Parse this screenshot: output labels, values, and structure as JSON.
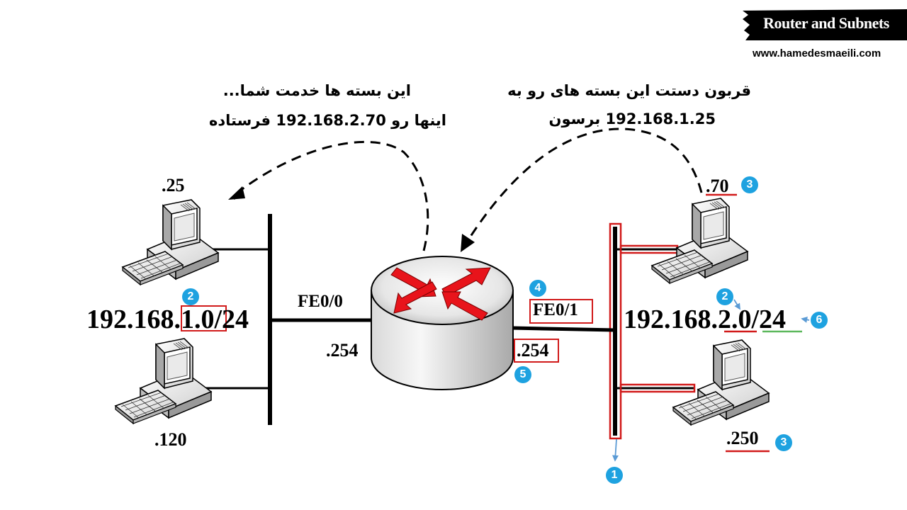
{
  "header": {
    "title": "Router and Subnets",
    "website": "www.hamedesmaeili.com"
  },
  "notes": {
    "left_line1": "این بسته ها خدمت شما...",
    "left_line2": "اینها رو 192.168.2.70 فرستاده",
    "right_line1": "قربون دستت این بسته های رو به",
    "right_line2": "192.168.1.25 برسون"
  },
  "left_network": {
    "address": "192.168.1.0/24",
    "host_top": ".25",
    "host_bottom": ".120"
  },
  "router": {
    "left_port": "FE0/0",
    "left_ip": ".254",
    "right_port": "FE0/1",
    "right_ip": ".254"
  },
  "right_network": {
    "address": "192.168.2.0/24",
    "host_top": ".70",
    "host_bottom": ".250"
  },
  "markers": [
    "1",
    "2",
    "2",
    "3",
    "3",
    "4",
    "5",
    "6"
  ],
  "colors": {
    "highlight_red": "#d11a1a",
    "badge_blue": "#1ea2e0",
    "underline_green": "#5cb85c",
    "router_arrow_red": "#e8141b"
  }
}
